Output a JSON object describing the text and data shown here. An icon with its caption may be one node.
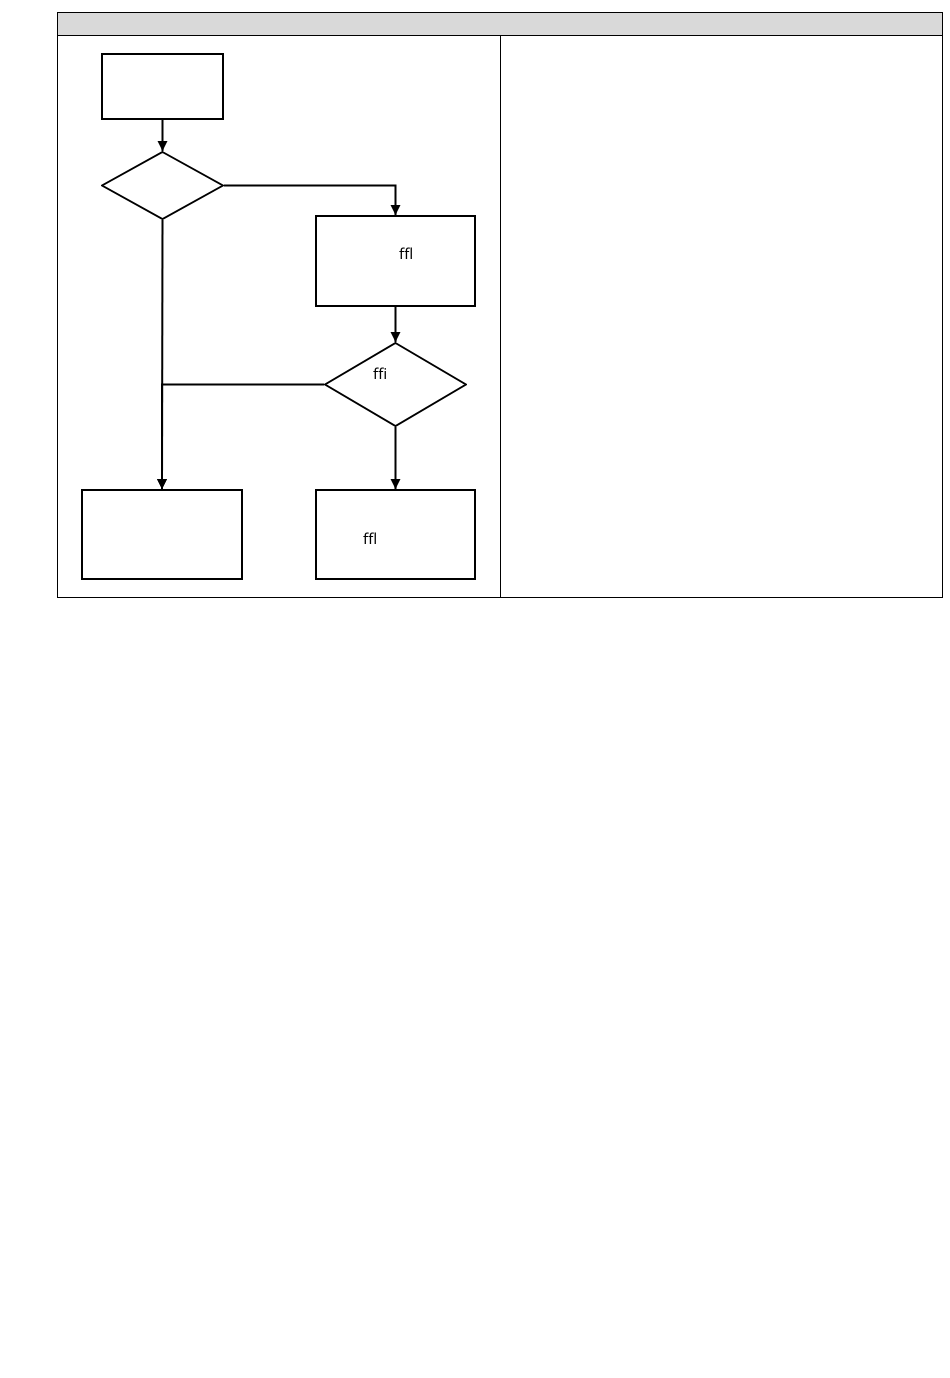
{
  "diagram": {
    "nodes": [
      {
        "text": [],
        "shape": "box"
      },
      {
        "text": [],
        "shape": "diamond"
      },
      {
        "text": [
          "ﬄ"
        ]
      },
      {
        "text": [
          "ﬃ"
        ]
      },
      {
        "text": [],
        "shape": "box"
      },
      {
        "text": [
          "ﬄ"
        ]
      }
    ],
    "edges": [
      {
        "from": 0,
        "to": 1,
        "arrow": "to"
      },
      {
        "from": 1,
        "to": 2,
        "arrow": "to"
      },
      {
        "from": 1,
        "to": 4,
        "arrow": "to"
      },
      {
        "from": 2,
        "to": 3,
        "arrow": "to"
      },
      {
        "from": 3,
        "to": 4,
        "arrow": "to"
      },
      {
        "from": 3,
        "to": 5,
        "arrow": "to"
      }
    ]
  }
}
